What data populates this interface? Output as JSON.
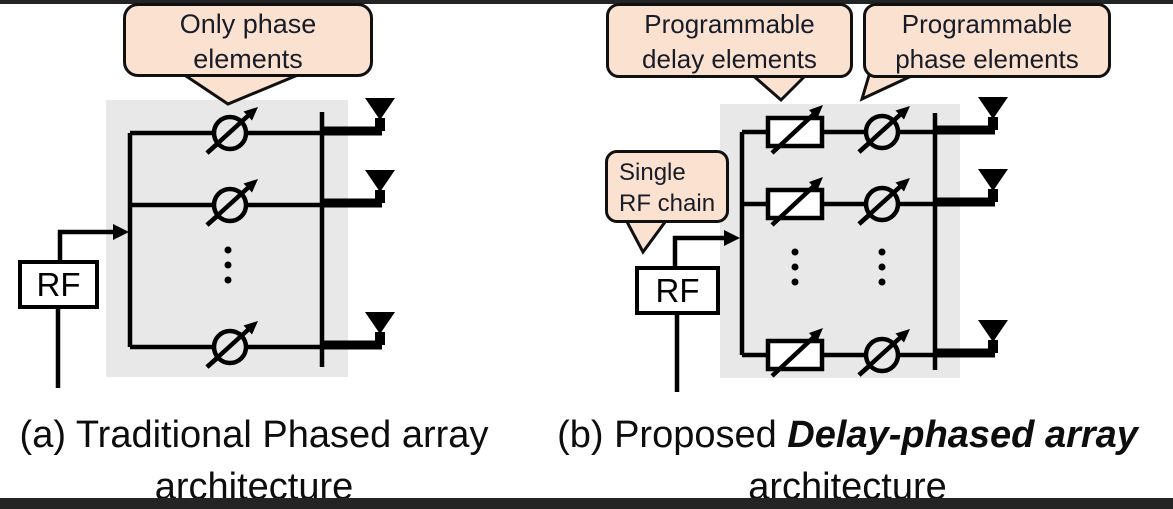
{
  "colors": {
    "bubble_fill": "#fbe2d0",
    "bubble_border": "#101010",
    "panel_fill": "#e8e8e8",
    "line": "#000000",
    "bar": "#242424",
    "text_dark": "#181c28",
    "caption": "#0d0d0d"
  },
  "panel_a": {
    "callout_phase": {
      "line1": "Only phase",
      "line2": "elements"
    },
    "rf_label": "RF",
    "caption": {
      "line1": "(a) Traditional Phased array",
      "line2": "architecture"
    }
  },
  "panel_b": {
    "callout_delay": {
      "line1": "Programmable",
      "line2": "delay elements"
    },
    "callout_phase": {
      "line1": "Programmable",
      "line2": "phase elements"
    },
    "callout_rf": {
      "line1": "Single",
      "line2": "RF chain"
    },
    "rf_label": "RF",
    "caption": {
      "prefix": "(b) Proposed ",
      "emphasis": "Delay-phased array",
      "line2": "architecture"
    }
  }
}
